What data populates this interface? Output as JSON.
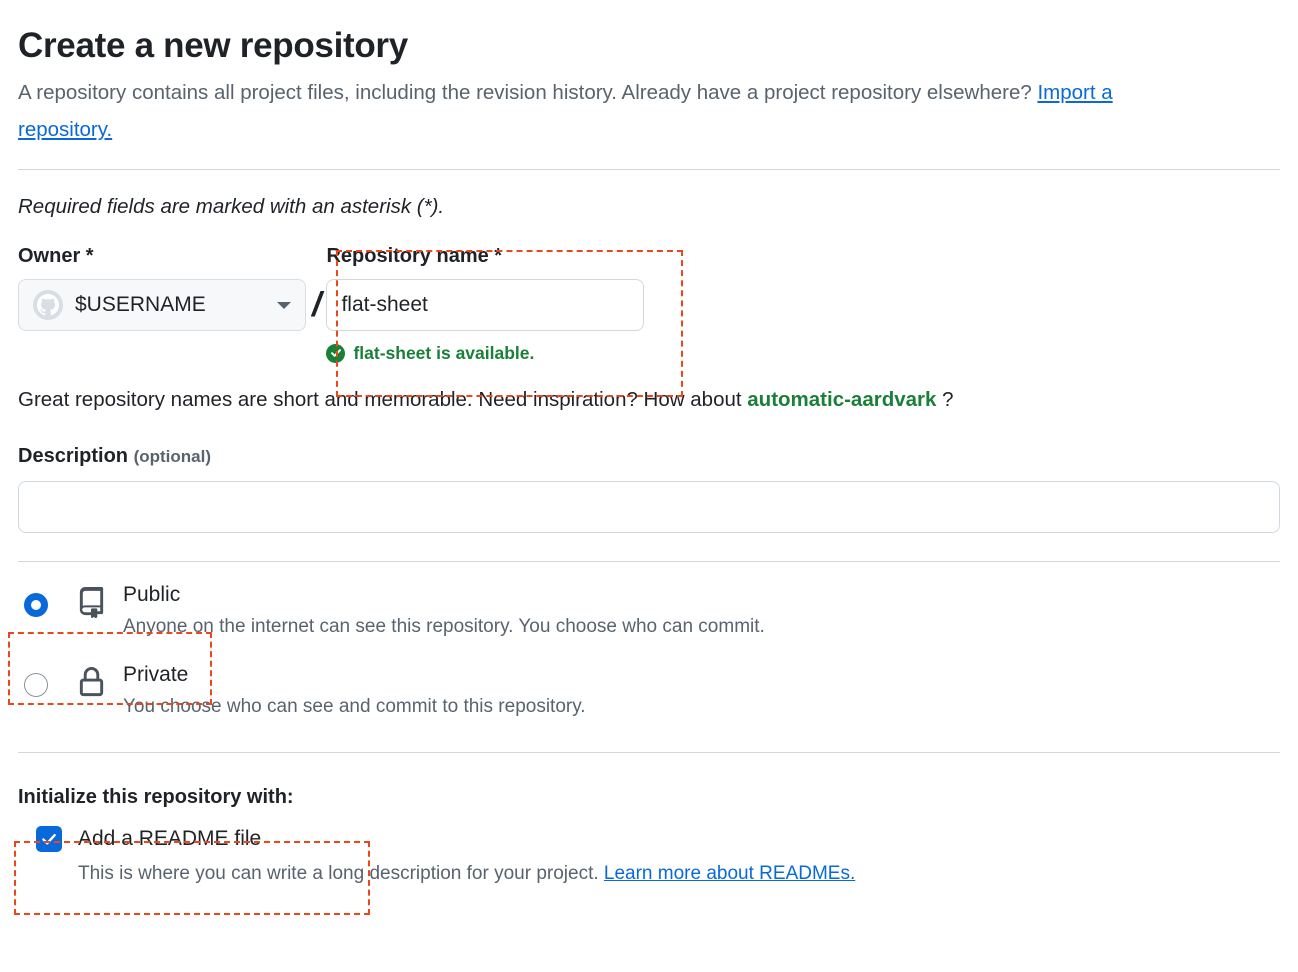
{
  "page": {
    "title": "Create a new repository",
    "intro_text": "A repository contains all project files, including the revision history. Already have a project repository elsewhere? ",
    "intro_link": "Import a repository.",
    "required_note": "Required fields are marked with an asterisk (*)."
  },
  "owner": {
    "label": "Owner *",
    "avatar_icon": "github-octocat-avatar-icon",
    "value": "$USERNAME",
    "caret_icon": "chevron-down-icon",
    "separator": "/"
  },
  "repo_name": {
    "label": "Repository name *",
    "value": "flat-sheet",
    "placeholder": "",
    "availability_icon": "check-circle-icon",
    "availability_text": "flat-sheet is available.",
    "availability_color": "#1a7f37"
  },
  "inspiration": {
    "prefix": "Great repository names are short and memorable. Need inspiration? How about ",
    "suggestion": "automatic-aardvark",
    "suffix": " ?"
  },
  "description": {
    "label": "Description ",
    "optional": "(optional)",
    "value": "",
    "placeholder": ""
  },
  "visibility": {
    "options": [
      {
        "id": "public",
        "icon": "repo-book-icon",
        "title": "Public",
        "description": "Anyone on the internet can see this repository. You choose who can commit.",
        "selected": true
      },
      {
        "id": "private",
        "icon": "lock-icon",
        "title": "Private",
        "description": "You choose who can see and commit to this repository.",
        "selected": false
      }
    ]
  },
  "initialize": {
    "label": "Initialize this repository with:",
    "readme": {
      "checkbox_icon": "checkmark-icon",
      "checked": true,
      "title": "Add a README file",
      "description": "This is where you can write a long description for your project. ",
      "link": "Learn more about READMEs."
    }
  },
  "annotations": {
    "color": "#e8481c",
    "boxes": [
      {
        "name": "repository-name-field",
        "label": "Repository name *"
      },
      {
        "name": "public-visibility-option",
        "label": "Public"
      },
      {
        "name": "initialize-readme-section",
        "label": "Initialize this repository with:"
      }
    ]
  }
}
